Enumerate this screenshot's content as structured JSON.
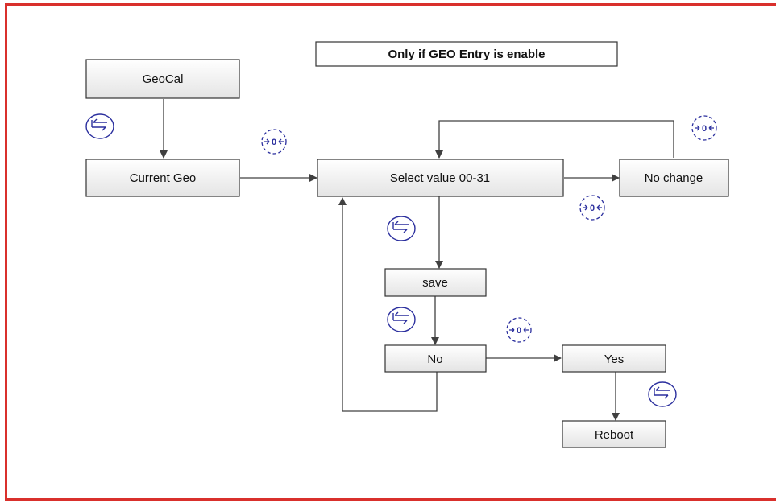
{
  "banner": "Only if GEO Entry is enable",
  "nodes": {
    "geocal": "GeoCal",
    "current_geo": "Current Geo",
    "select_value": "Select value 00-31",
    "no_change": "No change",
    "save": "save",
    "no": "No",
    "yes": "Yes",
    "reboot": "Reboot"
  },
  "icon_labels": {
    "zero": "0"
  },
  "colors": {
    "frame": "#d9302c",
    "icon": "#2b2f9e",
    "box_border": "#333333",
    "arrow": "#404040"
  }
}
